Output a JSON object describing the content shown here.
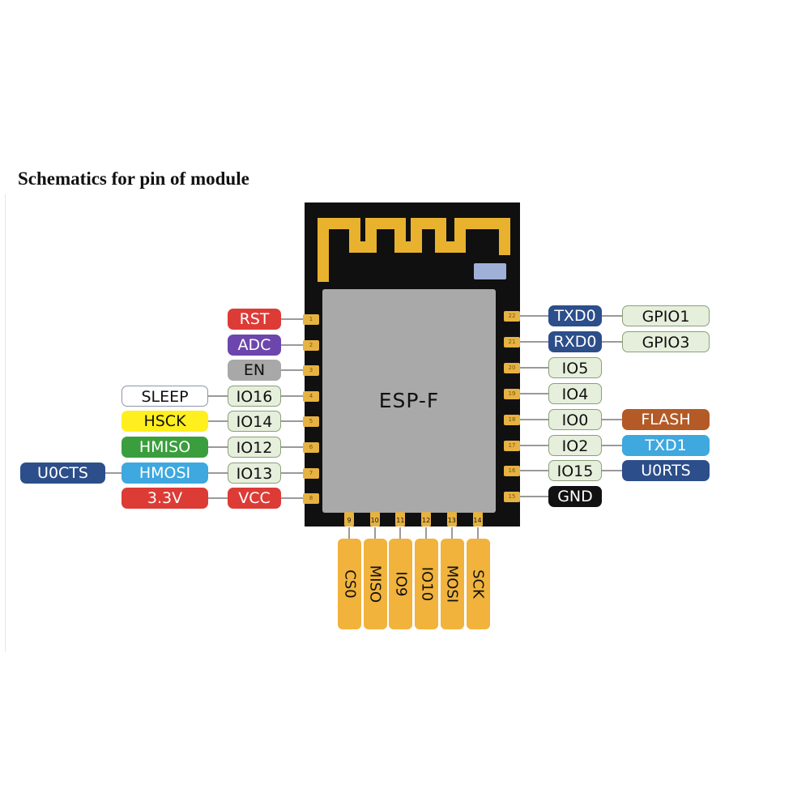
{
  "title": "Schematics for pin of module",
  "module_name": "ESP-F",
  "colors": {
    "board": "#101010",
    "pad": "#e6b242",
    "shield": "#a9a9a9",
    "bottom_label": "#f1b33c"
  },
  "left_pins": [
    {
      "num": "1",
      "func": "RST",
      "func_color": "red"
    },
    {
      "num": "2",
      "func": "ADC",
      "func_color": "purple"
    },
    {
      "num": "3",
      "func": "EN",
      "func_color": "gray"
    },
    {
      "num": "4",
      "func": "IO16",
      "func_color": "io",
      "alt": "SLEEP",
      "alt_color": "white"
    },
    {
      "num": "5",
      "func": "IO14",
      "func_color": "io",
      "alt": "HSCK",
      "alt_color": "yellow"
    },
    {
      "num": "6",
      "func": "IO12",
      "func_color": "io",
      "alt": "HMISO",
      "alt_color": "green"
    },
    {
      "num": "7",
      "func": "IO13",
      "func_color": "io",
      "alt": "HMOSI",
      "alt_color": "lightblue",
      "alt2": "U0CTS",
      "alt2_color": "navy"
    },
    {
      "num": "8",
      "func": "VCC",
      "func_color": "red",
      "alt": "3.3V",
      "alt_color": "red"
    }
  ],
  "right_pins": [
    {
      "num": "22",
      "func": "TXD0",
      "func_color": "navy",
      "alt": "GPIO1",
      "alt_color": "gpio"
    },
    {
      "num": "21",
      "func": "RXD0",
      "func_color": "navy",
      "alt": "GPIO3",
      "alt_color": "gpio"
    },
    {
      "num": "20",
      "func": "IO5",
      "func_color": "io"
    },
    {
      "num": "19",
      "func": "IO4",
      "func_color": "io"
    },
    {
      "num": "18",
      "func": "IO0",
      "func_color": "io",
      "alt": "FLASH",
      "alt_color": "orange"
    },
    {
      "num": "17",
      "func": "IO2",
      "func_color": "io",
      "alt": "TXD1",
      "alt_color": "lightblue"
    },
    {
      "num": "16",
      "func": "IO15",
      "func_color": "io",
      "alt": "U0RTS",
      "alt_color": "navy"
    },
    {
      "num": "15",
      "func": "GND",
      "func_color": "black"
    }
  ],
  "bottom_pins": [
    {
      "num": "9",
      "func": "CS0"
    },
    {
      "num": "10",
      "func": "MISO"
    },
    {
      "num": "11",
      "func": "IO9"
    },
    {
      "num": "12",
      "func": "IO10"
    },
    {
      "num": "13",
      "func": "MOSI"
    },
    {
      "num": "14",
      "func": "SCK"
    }
  ]
}
